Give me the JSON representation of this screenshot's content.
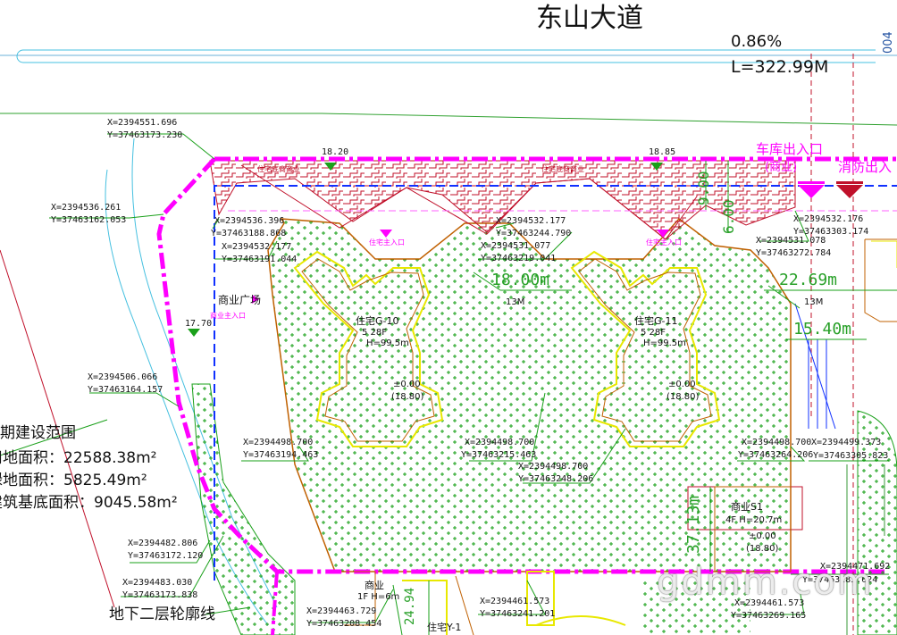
{
  "road": {
    "name": "东山大道",
    "slope": "0.86%",
    "length": "L=322.99M",
    "side_text": "004"
  },
  "entrances": {
    "garage": "车库出入口",
    "commercial": "(商业)",
    "fire": "消防出入",
    "commercial_main": "商业主入口",
    "resident_1": "住宅主入口",
    "resident_2": "住宅主入口"
  },
  "plaza": {
    "label": "商业广场"
  },
  "boundary_labels": {
    "phase1": "期建设范围",
    "underground": "地下二层轮廓线"
  },
  "stats": [
    "用地面积：22588.38m²",
    "绿地面积：5825.49m²",
    "建筑基底面积：9045.58m²"
  ],
  "hatch_labels": [
    "住宅底商商业",
    "住宅底商商业"
  ],
  "elevations": [
    "18.20",
    "18.85",
    "17.70"
  ],
  "buildings": [
    {
      "name": "住宅G-10",
      "floors": "5  28F",
      "height": "H=99.5m",
      "zero": "±0.00",
      "abs": "(18.80)"
    },
    {
      "name": "住宅G-11",
      "floors": "5  28F",
      "height": "H=99.5m",
      "zero": "±0.00",
      "abs": "(18.80)"
    },
    {
      "name": "商业S1",
      "floors": "4F  H=20.7m",
      "zero": "±0.00",
      "abs": "(18.80)"
    },
    {
      "name": "商业",
      "floors": "1F  H=6m"
    },
    {
      "name": "住宅Y-1"
    }
  ],
  "dims": {
    "d1": "18.00m",
    "d2": "22.69m",
    "d3": "15.40m",
    "d4": "13M",
    "d5": "13M",
    "d6": "37.13m",
    "d7": "9.00",
    "d8": "6.00",
    "d9": "24.94"
  },
  "coords": [
    {
      "x": "X=2394551.696",
      "y": "Y=37463173.230"
    },
    {
      "x": "X=2394536.261",
      "y": "Y=37463162.053"
    },
    {
      "x": "X=2394536.396",
      "y": "Y=37463188.868"
    },
    {
      "x": "X=2394532.177",
      "y": "Y=37463191.044"
    },
    {
      "x": "X=2394532.177",
      "y": "Y=37463244.790"
    },
    {
      "x": "X=2394531.077",
      "y": "Y=37463219.041"
    },
    {
      "x": "X=2394532.176",
      "y": "Y=37463303.174"
    },
    {
      "x": "X=2394531.078",
      "y": "Y=37463272.784"
    },
    {
      "x": "X=2394506.066",
      "y": "Y=37463164.157"
    },
    {
      "x": "X=2394498.700",
      "y": "Y=37463194.463"
    },
    {
      "x": "X=2394498.700",
      "y": "Y=37463215.463"
    },
    {
      "x": "X=2394498.700",
      "y": "Y=37463248.206"
    },
    {
      "x": "X=2394498.700",
      "y": "Y=37463264.206"
    },
    {
      "x": "X=2394499.373",
      "y": "Y=37463305.823"
    },
    {
      "x": "X=2394482.806",
      "y": "Y=37463172.120"
    },
    {
      "x": "X=2394483.030",
      "y": "Y=37463173.838"
    },
    {
      "x": "X=2394463.729",
      "y": "Y=37463208.454"
    },
    {
      "x": "X=2394461.573",
      "y": "Y=37463241.201"
    },
    {
      "x": "X=2394461.573",
      "y": "Y=37463269.165"
    },
    {
      "x": "X=2394471.692",
      "y": "Y=37463283.624"
    }
  ],
  "watermark": "gdmm.com",
  "colors": {
    "boundary": "#ff00ff",
    "redline": "#1030ff",
    "hatch": "#c0102a",
    "grass": "#1aa01a",
    "building": "#e8e800",
    "contour": "#c06000"
  }
}
